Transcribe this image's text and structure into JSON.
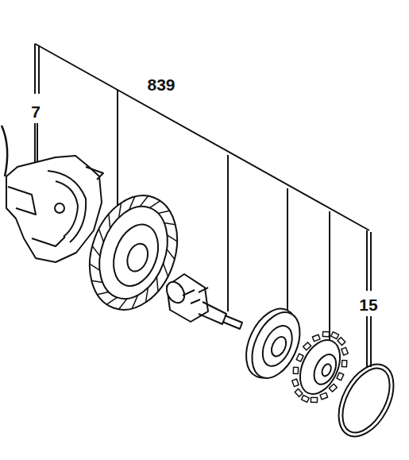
{
  "diagram": {
    "labels": [
      "839",
      "7",
      "15"
    ]
  }
}
